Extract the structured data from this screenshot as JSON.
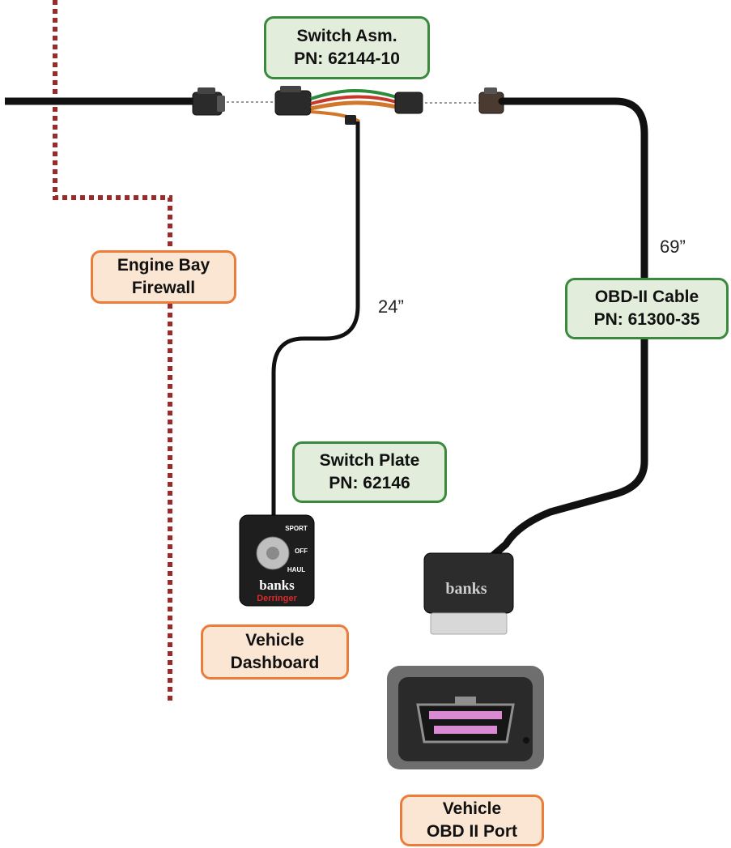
{
  "labels": {
    "switch_asm": {
      "line1": "Switch Asm.",
      "line2": "PN: 62144-10"
    },
    "engine_bay": {
      "line1": "Engine Bay",
      "line2": "Firewall"
    },
    "obd_cable": {
      "line1": "OBD-II Cable",
      "line2": "PN: 61300-35"
    },
    "switch_plate": {
      "line1": "Switch Plate",
      "line2": "PN: 62146"
    },
    "vehicle_dashboard": {
      "line1": "Vehicle",
      "line2": "Dashboard"
    },
    "vehicle_obd_port": {
      "line1": "Vehicle",
      "line2": "OBD II Port"
    }
  },
  "dimensions": {
    "switch_cable_length": "24”",
    "obd_cable_length": "69”"
  },
  "switch_plate_device": {
    "positions": [
      "SPORT",
      "OFF",
      "HAUL"
    ],
    "brand": "banks",
    "model": "Derringer"
  },
  "obd_connector": {
    "brand": "banks"
  },
  "colors": {
    "cable": "#111111",
    "firewall": "#9b2a2a",
    "label_green_fill": "#e2eedb",
    "label_green_border": "#3a8a3e",
    "label_orange_fill": "#fbe5d3",
    "label_orange_border": "#ea7d3a",
    "obd_port_pins": "#d98ad3"
  },
  "icons": [
    "connector-icon",
    "switch-plate-icon",
    "obd-connector-icon",
    "obd-port-photo"
  ]
}
